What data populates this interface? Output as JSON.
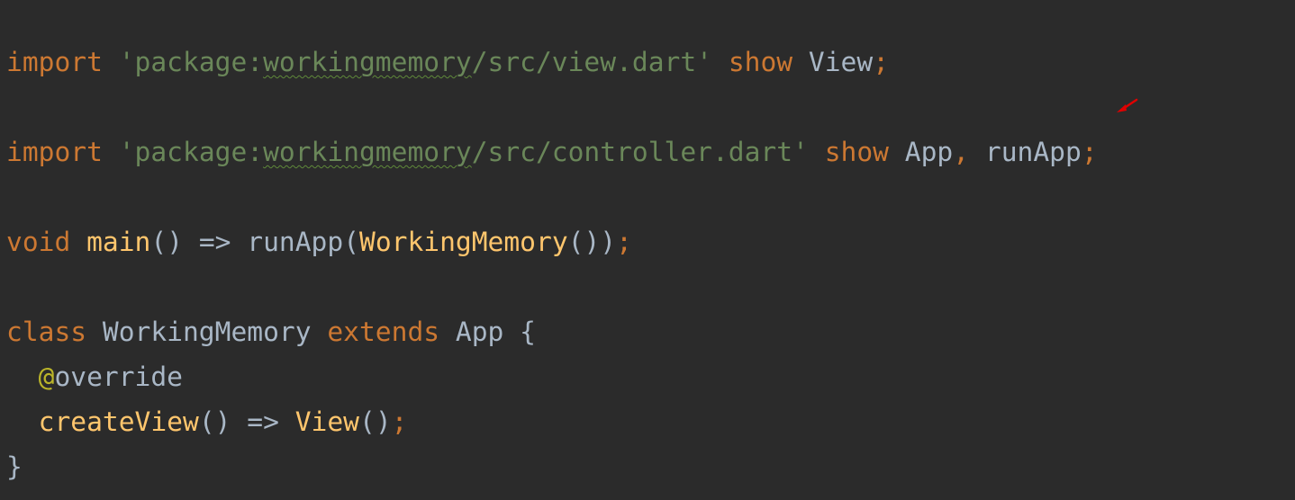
{
  "colors": {
    "background": "#2b2b2b",
    "keyword": "#cc7832",
    "string": "#6a8759",
    "identifier": "#a9b7c6",
    "function": "#ffc66d",
    "annotation": "#bbb529",
    "squiggly": "#5f8a3a",
    "arrow": "#e00000"
  },
  "code": {
    "lines": [
      {
        "tokens": [
          {
            "text": "import",
            "role": "keyword"
          },
          {
            "text": " ",
            "role": "identifier"
          },
          {
            "text": "'package:",
            "role": "string"
          },
          {
            "text": "workingmemory",
            "role": "string",
            "squiggly": true
          },
          {
            "text": "/src/view.dart'",
            "role": "string"
          },
          {
            "text": " ",
            "role": "identifier"
          },
          {
            "text": "show",
            "role": "keyword"
          },
          {
            "text": " View",
            "role": "identifier"
          },
          {
            "text": ";",
            "role": "keyword"
          }
        ]
      },
      {
        "tokens": [
          {
            "text": "import",
            "role": "keyword"
          },
          {
            "text": " ",
            "role": "identifier"
          },
          {
            "text": "'package:",
            "role": "string"
          },
          {
            "text": "workingmemory",
            "role": "string",
            "squiggly": true
          },
          {
            "text": "/src/controller.dart'",
            "role": "string"
          },
          {
            "text": " ",
            "role": "identifier"
          },
          {
            "text": "show",
            "role": "keyword"
          },
          {
            "text": " App",
            "role": "identifier"
          },
          {
            "text": ",",
            "role": "keyword"
          },
          {
            "text": " runApp",
            "role": "identifier"
          },
          {
            "text": ";",
            "role": "keyword"
          }
        ]
      },
      {
        "tokens": [
          {
            "text": "void",
            "role": "keyword"
          },
          {
            "text": " ",
            "role": "identifier"
          },
          {
            "text": "main",
            "role": "function"
          },
          {
            "text": "() => runApp(",
            "role": "identifier"
          },
          {
            "text": "WorkingMemory",
            "role": "function"
          },
          {
            "text": "())",
            "role": "identifier"
          },
          {
            "text": ";",
            "role": "keyword"
          }
        ]
      },
      {
        "tokens": [
          {
            "text": "class",
            "role": "keyword"
          },
          {
            "text": " WorkingMemory ",
            "role": "identifier"
          },
          {
            "text": "extends",
            "role": "keyword"
          },
          {
            "text": " App {",
            "role": "identifier"
          }
        ]
      },
      {
        "tokens": [
          {
            "text": "  ",
            "role": "identifier"
          },
          {
            "text": "@",
            "role": "annotation"
          },
          {
            "text": "override",
            "role": "identifier"
          }
        ]
      },
      {
        "tokens": [
          {
            "text": "  ",
            "role": "identifier"
          },
          {
            "text": "createView",
            "role": "function"
          },
          {
            "text": "() => ",
            "role": "identifier"
          },
          {
            "text": "View",
            "role": "function"
          },
          {
            "text": "()",
            "role": "identifier"
          },
          {
            "text": ";",
            "role": "keyword"
          }
        ]
      },
      {
        "tokens": [
          {
            "text": "}",
            "role": "identifier"
          }
        ]
      }
    ]
  }
}
